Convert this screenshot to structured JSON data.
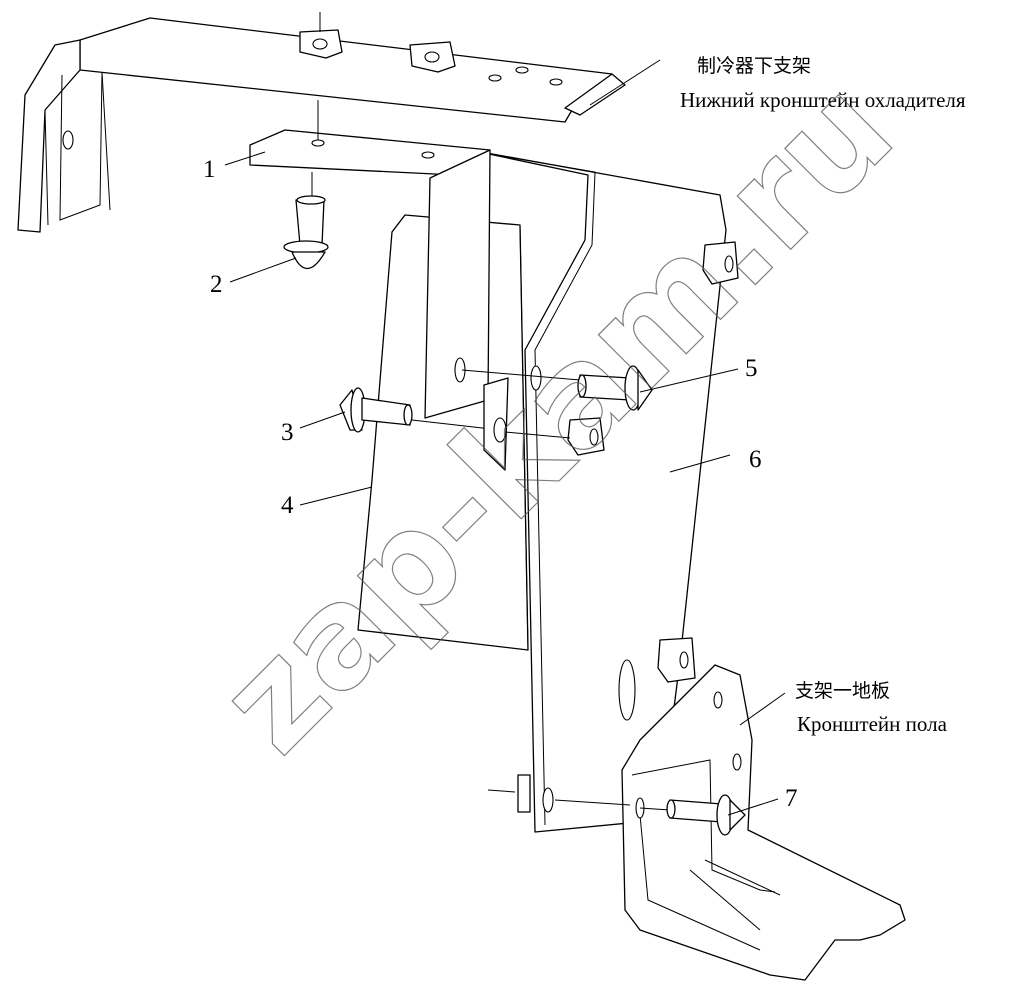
{
  "callouts": {
    "c1": "1",
    "c2": "2",
    "c3": "3",
    "c4": "4",
    "c5": "5",
    "c6": "6",
    "c7": "7"
  },
  "labels": {
    "cooler_bracket_cn": "制冷器下支架",
    "cooler_bracket_ru": "Нижний кронштейн охладителя",
    "floor_bracket_cn": "支架一地板",
    "floor_bracket_ru": "Кронштейн пола"
  },
  "watermark": "zap-kam.ru"
}
